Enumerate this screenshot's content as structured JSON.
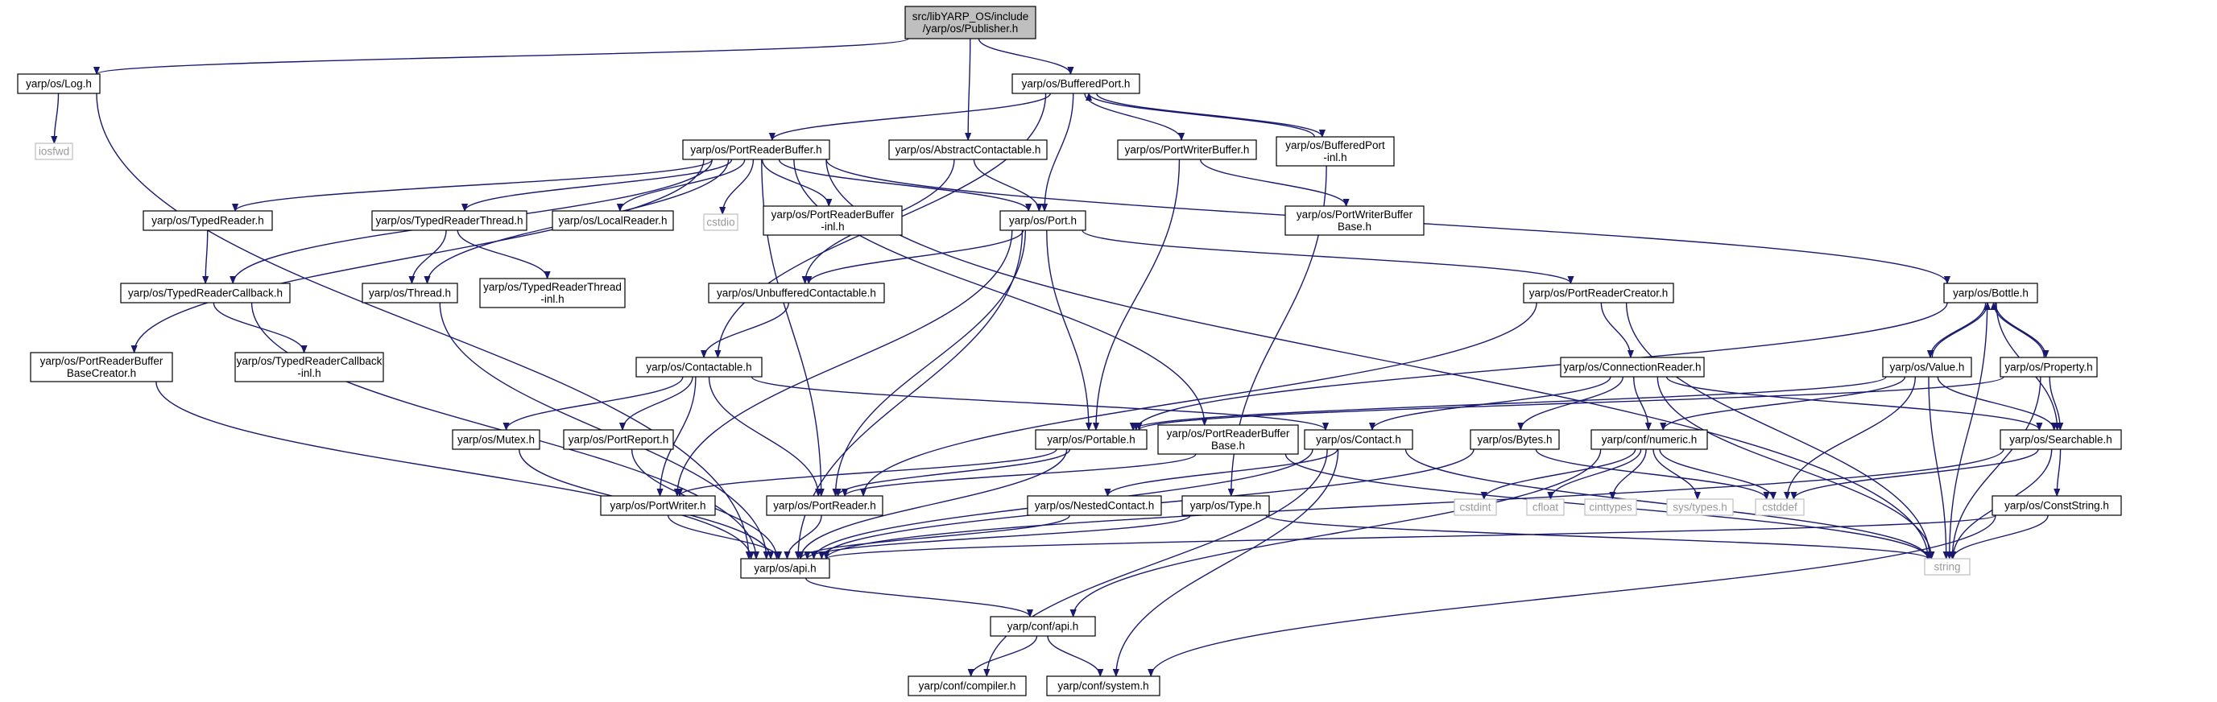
{
  "graph": {
    "edge_color": "#191970",
    "root_fill": "#bfbfbf",
    "external_border": "#bfbfbf",
    "nodes": [
      {
        "id": "root",
        "label": [
          "src/libYARP_OS/include",
          "/yarp/os/Publisher.h"
        ],
        "kind": "root"
      },
      {
        "id": "log",
        "label": [
          "yarp/os/Log.h"
        ],
        "kind": "file"
      },
      {
        "id": "iosfwd",
        "label": [
          "iosfwd"
        ],
        "kind": "external"
      },
      {
        "id": "bufferedport",
        "label": [
          "yarp/os/BufferedPort.h"
        ],
        "kind": "file"
      },
      {
        "id": "abstractcontactable",
        "label": [
          "yarp/os/AbstractContactable.h"
        ],
        "kind": "file"
      },
      {
        "id": "portreaderbuffer",
        "label": [
          "yarp/os/PortReaderBuffer.h"
        ],
        "kind": "file"
      },
      {
        "id": "portwriterbuffer",
        "label": [
          "yarp/os/PortWriterBuffer.h"
        ],
        "kind": "file"
      },
      {
        "id": "bufferedportinl",
        "label": [
          "yarp/os/BufferedPort",
          "-inl.h"
        ],
        "kind": "file"
      },
      {
        "id": "portwriterbufferbase",
        "label": [
          "yarp/os/PortWriterBuffer",
          "Base.h"
        ],
        "kind": "file"
      },
      {
        "id": "typedreader",
        "label": [
          "yarp/os/TypedReader.h"
        ],
        "kind": "file"
      },
      {
        "id": "typedreaderthread",
        "label": [
          "yarp/os/TypedReaderThread.h"
        ],
        "kind": "file"
      },
      {
        "id": "localreader",
        "label": [
          "yarp/os/LocalReader.h"
        ],
        "kind": "file"
      },
      {
        "id": "cstdio",
        "label": [
          "cstdio"
        ],
        "kind": "external"
      },
      {
        "id": "portreaderbufferinl",
        "label": [
          "yarp/os/PortReaderBuffer",
          "-inl.h"
        ],
        "kind": "file"
      },
      {
        "id": "port",
        "label": [
          "yarp/os/Port.h"
        ],
        "kind": "file"
      },
      {
        "id": "typedreadercallback",
        "label": [
          "yarp/os/TypedReaderCallback.h"
        ],
        "kind": "file"
      },
      {
        "id": "thread",
        "label": [
          "yarp/os/Thread.h"
        ],
        "kind": "file"
      },
      {
        "id": "typedreaderthreadinl",
        "label": [
          "yarp/os/TypedReaderThread",
          "-inl.h"
        ],
        "kind": "file"
      },
      {
        "id": "unbufferedcontactable",
        "label": [
          "yarp/os/UnbufferedContactable.h"
        ],
        "kind": "file"
      },
      {
        "id": "portreadercreator",
        "label": [
          "yarp/os/PortReaderCreator.h"
        ],
        "kind": "file"
      },
      {
        "id": "bottle",
        "label": [
          "yarp/os/Bottle.h"
        ],
        "kind": "file"
      },
      {
        "id": "portreaderbufferbasecreator",
        "label": [
          "yarp/os/PortReaderBuffer",
          "BaseCreator.h"
        ],
        "kind": "file"
      },
      {
        "id": "typedreadercallbackinl",
        "label": [
          "yarp/os/TypedReaderCallback",
          "-inl.h"
        ],
        "kind": "file"
      },
      {
        "id": "contactable",
        "label": [
          "yarp/os/Contactable.h"
        ],
        "kind": "file"
      },
      {
        "id": "connectionreader",
        "label": [
          "yarp/os/ConnectionReader.h"
        ],
        "kind": "file"
      },
      {
        "id": "value",
        "label": [
          "yarp/os/Value.h"
        ],
        "kind": "file"
      },
      {
        "id": "property",
        "label": [
          "yarp/os/Property.h"
        ],
        "kind": "file"
      },
      {
        "id": "mutex",
        "label": [
          "yarp/os/Mutex.h"
        ],
        "kind": "file"
      },
      {
        "id": "portreport",
        "label": [
          "yarp/os/PortReport.h"
        ],
        "kind": "file"
      },
      {
        "id": "portable",
        "label": [
          "yarp/os/Portable.h"
        ],
        "kind": "file"
      },
      {
        "id": "portreaderbufferbase",
        "label": [
          "yarp/os/PortReaderBuffer",
          "Base.h"
        ],
        "kind": "file"
      },
      {
        "id": "contact",
        "label": [
          "yarp/os/Contact.h"
        ],
        "kind": "file"
      },
      {
        "id": "bytes",
        "label": [
          "yarp/os/Bytes.h"
        ],
        "kind": "file"
      },
      {
        "id": "confnumeric",
        "label": [
          "yarp/conf/numeric.h"
        ],
        "kind": "file"
      },
      {
        "id": "searchable",
        "label": [
          "yarp/os/Searchable.h"
        ],
        "kind": "file"
      },
      {
        "id": "portwriter",
        "label": [
          "yarp/os/PortWriter.h"
        ],
        "kind": "file"
      },
      {
        "id": "portreader",
        "label": [
          "yarp/os/PortReader.h"
        ],
        "kind": "file"
      },
      {
        "id": "nestedcontact",
        "label": [
          "yarp/os/NestedContact.h"
        ],
        "kind": "file"
      },
      {
        "id": "type",
        "label": [
          "yarp/os/Type.h"
        ],
        "kind": "file"
      },
      {
        "id": "cstdint",
        "label": [
          "cstdint"
        ],
        "kind": "external"
      },
      {
        "id": "cfloat",
        "label": [
          "cfloat"
        ],
        "kind": "external"
      },
      {
        "id": "cinttypes",
        "label": [
          "cinttypes"
        ],
        "kind": "external"
      },
      {
        "id": "systypes",
        "label": [
          "sys/types.h"
        ],
        "kind": "external"
      },
      {
        "id": "cstddef",
        "label": [
          "cstddef"
        ],
        "kind": "external"
      },
      {
        "id": "conststring",
        "label": [
          "yarp/os/ConstString.h"
        ],
        "kind": "file"
      },
      {
        "id": "api",
        "label": [
          "yarp/os/api.h"
        ],
        "kind": "file"
      },
      {
        "id": "string",
        "label": [
          "string"
        ],
        "kind": "external"
      },
      {
        "id": "confapi",
        "label": [
          "yarp/conf/api.h"
        ],
        "kind": "file"
      },
      {
        "id": "confcompiler",
        "label": [
          "yarp/conf/compiler.h"
        ],
        "kind": "file"
      },
      {
        "id": "confsystem",
        "label": [
          "yarp/conf/system.h"
        ],
        "kind": "file"
      }
    ],
    "edges": [
      [
        "root",
        "log"
      ],
      [
        "root",
        "bufferedport"
      ],
      [
        "root",
        "abstractcontactable"
      ],
      [
        "log",
        "iosfwd"
      ],
      [
        "log",
        "api"
      ],
      [
        "bufferedport",
        "portreaderbuffer"
      ],
      [
        "bufferedport",
        "portwriterbuffer"
      ],
      [
        "bufferedport",
        "bufferedportinl"
      ],
      [
        "bufferedport",
        "port"
      ],
      [
        "bufferedport",
        "contactable"
      ],
      [
        "bufferedportinl",
        "bufferedport"
      ],
      [
        "bufferedportinl",
        "type"
      ],
      [
        "abstractcontactable",
        "port"
      ],
      [
        "abstractcontactable",
        "unbufferedcontactable"
      ],
      [
        "portwriterbuffer",
        "portwriterbufferbase"
      ],
      [
        "portwriterbuffer",
        "portable"
      ],
      [
        "portreaderbuffer",
        "typedreader"
      ],
      [
        "portreaderbuffer",
        "typedreaderthread"
      ],
      [
        "portreaderbuffer",
        "localreader"
      ],
      [
        "portreaderbuffer",
        "cstdio"
      ],
      [
        "portreaderbuffer",
        "portreaderbufferinl"
      ],
      [
        "portreaderbuffer",
        "port"
      ],
      [
        "portreaderbuffer",
        "typedreadercallback"
      ],
      [
        "portreaderbuffer",
        "thread"
      ],
      [
        "portreaderbuffer",
        "portreaderbufferbasecreator"
      ],
      [
        "portreaderbuffer",
        "portreaderbufferbase"
      ],
      [
        "portreaderbuffer",
        "portreader"
      ],
      [
        "portreaderbuffer",
        "bottle"
      ],
      [
        "portreaderbuffer",
        "string"
      ],
      [
        "typedreader",
        "typedreadercallback"
      ],
      [
        "typedreaderthread",
        "thread"
      ],
      [
        "typedreaderthread",
        "typedreaderthreadinl"
      ],
      [
        "typedreadercallback",
        "typedreadercallbackinl"
      ],
      [
        "typedreadercallback",
        "api"
      ],
      [
        "thread",
        "api"
      ],
      [
        "port",
        "unbufferedcontactable"
      ],
      [
        "port",
        "portreadercreator"
      ],
      [
        "port",
        "portable"
      ],
      [
        "port",
        "portwriter"
      ],
      [
        "port",
        "portreader"
      ],
      [
        "port",
        "api"
      ],
      [
        "unbufferedcontactable",
        "contactable"
      ],
      [
        "portreadercreator",
        "connectionreader"
      ],
      [
        "portreadercreator",
        "portreader"
      ],
      [
        "portreadercreator",
        "string"
      ],
      [
        "bottle",
        "value"
      ],
      [
        "bottle",
        "property"
      ],
      [
        "bottle",
        "portable"
      ],
      [
        "bottle",
        "searchable"
      ],
      [
        "bottle",
        "string"
      ],
      [
        "value",
        "bottle"
      ],
      [
        "value",
        "portable"
      ],
      [
        "value",
        "confnumeric"
      ],
      [
        "value",
        "searchable"
      ],
      [
        "value",
        "cstddef"
      ],
      [
        "value",
        "string"
      ],
      [
        "property",
        "bottle"
      ],
      [
        "property",
        "searchable"
      ],
      [
        "property",
        "portable"
      ],
      [
        "property",
        "string"
      ],
      [
        "portreaderbufferbasecreator",
        "api"
      ],
      [
        "contactable",
        "mutex"
      ],
      [
        "contactable",
        "portreport"
      ],
      [
        "contactable",
        "contact"
      ],
      [
        "contactable",
        "portwriter"
      ],
      [
        "contactable",
        "portreader"
      ],
      [
        "connectionreader",
        "contact"
      ],
      [
        "connectionreader",
        "bytes"
      ],
      [
        "connectionreader",
        "confnumeric"
      ],
      [
        "connectionreader",
        "searchable"
      ],
      [
        "connectionreader",
        "string"
      ],
      [
        "mutex",
        "api"
      ],
      [
        "portreport",
        "api"
      ],
      [
        "portable",
        "portwriter"
      ],
      [
        "portable",
        "portreader"
      ],
      [
        "portable",
        "api"
      ],
      [
        "portreaderbufferbase",
        "portreader"
      ],
      [
        "portreaderbufferbase",
        "string"
      ],
      [
        "contact",
        "nestedcontact"
      ],
      [
        "contact",
        "string"
      ],
      [
        "contact",
        "confcompiler"
      ],
      [
        "contact",
        "confsystem"
      ],
      [
        "contact",
        "api"
      ],
      [
        "bytes",
        "api"
      ],
      [
        "bytes",
        "cstddef"
      ],
      [
        "confnumeric",
        "cstdint"
      ],
      [
        "confnumeric",
        "cfloat"
      ],
      [
        "confnumeric",
        "cinttypes"
      ],
      [
        "confnumeric",
        "systypes"
      ],
      [
        "confnumeric",
        "cstddef"
      ],
      [
        "confnumeric",
        "confapi"
      ],
      [
        "searchable",
        "conststring"
      ],
      [
        "searchable",
        "cstddef"
      ],
      [
        "searchable",
        "string"
      ],
      [
        "searchable",
        "api"
      ],
      [
        "conststring",
        "string"
      ],
      [
        "conststring",
        "api"
      ],
      [
        "conststring",
        "confsystem"
      ],
      [
        "portwriter",
        "api"
      ],
      [
        "portreader",
        "api"
      ],
      [
        "nestedcontact",
        "api"
      ],
      [
        "type",
        "api"
      ],
      [
        "type",
        "string"
      ],
      [
        "api",
        "confapi"
      ],
      [
        "confapi",
        "confcompiler"
      ],
      [
        "confapi",
        "confsystem"
      ]
    ]
  }
}
